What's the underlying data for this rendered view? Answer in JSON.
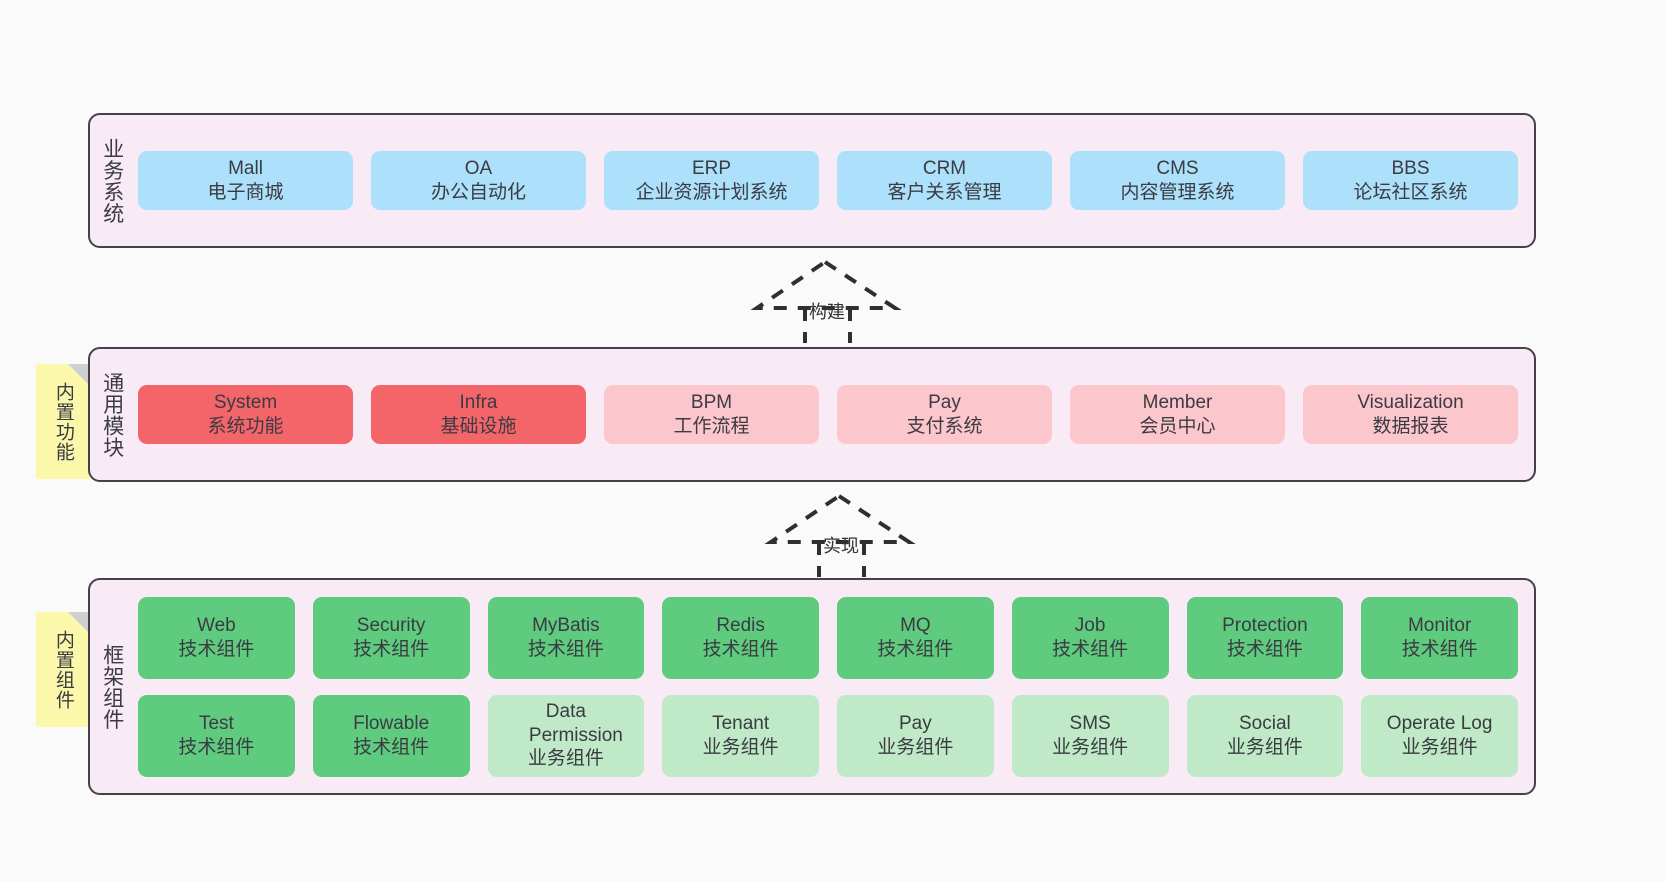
{
  "diagram": {
    "background_color": "#fafafa",
    "panel_color": "#f9ebf5",
    "panel_border_color": "#46404a",
    "sticky_color": "#fbf7ab"
  },
  "layers": [
    {
      "id": "business-system",
      "title": "业务系统",
      "nodes": [
        {
          "en": "Mall",
          "cn": "电子商城",
          "color": "#ace0fb",
          "tone": "c-blue"
        },
        {
          "en": "OA",
          "cn": "办公自动化",
          "color": "#ace0fb",
          "tone": "c-blue"
        },
        {
          "en": "ERP",
          "cn": "企业资源计划系统",
          "color": "#ace0fb",
          "tone": "c-blue"
        },
        {
          "en": "CRM",
          "cn": "客户关系管理",
          "color": "#ace0fb",
          "tone": "c-blue"
        },
        {
          "en": "CMS",
          "cn": "内容管理系统",
          "color": "#ace0fb",
          "tone": "c-blue"
        },
        {
          "en": "BBS",
          "cn": "论坛社区系统",
          "color": "#ace0fb",
          "tone": "c-blue"
        }
      ]
    },
    {
      "id": "common-module",
      "title": "通用模块",
      "sticky": "内置功能",
      "nodes": [
        {
          "en": "System",
          "cn": "系统功能",
          "color": "#f4656a",
          "tone": "c-red"
        },
        {
          "en": "Infra",
          "cn": "基础设施",
          "color": "#f4656a",
          "tone": "c-red"
        },
        {
          "en": "BPM",
          "cn": "工作流程",
          "color": "#fcc6cd",
          "tone": "c-pink"
        },
        {
          "en": "Pay",
          "cn": "支付系统",
          "color": "#fcc6cd",
          "tone": "c-pink"
        },
        {
          "en": "Member",
          "cn": "会员中心",
          "color": "#fcc6cd",
          "tone": "c-pink"
        },
        {
          "en": "Visualization",
          "cn": "数据报表",
          "color": "#fcc6cd",
          "tone": "c-pink"
        }
      ]
    },
    {
      "id": "framework-component",
      "title": "框架组件",
      "sticky": "内置组件",
      "rows": [
        [
          {
            "en": "Web",
            "cn": "技术组件",
            "color": "#5fcb7f",
            "tone": "c-green"
          },
          {
            "en": "Security",
            "cn": "技术组件",
            "color": "#5fcb7f",
            "tone": "c-green"
          },
          {
            "en": "MyBatis",
            "cn": "技术组件",
            "color": "#5fcb7f",
            "tone": "c-green"
          },
          {
            "en": "Redis",
            "cn": "技术组件",
            "color": "#5fcb7f",
            "tone": "c-green"
          },
          {
            "en": "MQ",
            "cn": "技术组件",
            "color": "#5fcb7f",
            "tone": "c-green"
          },
          {
            "en": "Job",
            "cn": "技术组件",
            "color": "#5fcb7f",
            "tone": "c-green"
          },
          {
            "en": "Protection",
            "cn": "技术组件",
            "color": "#5fcb7f",
            "tone": "c-green"
          },
          {
            "en": "Monitor",
            "cn": "技术组件",
            "color": "#5fcb7f",
            "tone": "c-green"
          }
        ],
        [
          {
            "en": "Test",
            "cn": "技术组件",
            "color": "#5fcb7f",
            "tone": "c-green"
          },
          {
            "en": "Flowable",
            "cn": "技术组件",
            "color": "#5fcb7f",
            "tone": "c-green"
          },
          {
            "en": "Data Permission",
            "cn": "业务组件",
            "color": "#bfe9c7",
            "tone": "c-greenlight"
          },
          {
            "en": "Tenant",
            "cn": "业务组件",
            "color": "#bfe9c7",
            "tone": "c-greenlight"
          },
          {
            "en": "Pay",
            "cn": "业务组件",
            "color": "#bfe9c7",
            "tone": "c-greenlight"
          },
          {
            "en": "SMS",
            "cn": "业务组件",
            "color": "#bfe9c7",
            "tone": "c-greenlight"
          },
          {
            "en": "Social",
            "cn": "业务组件",
            "color": "#bfe9c7",
            "tone": "c-greenlight"
          },
          {
            "en": "Operate Log",
            "cn": "业务组件",
            "color": "#bfe9c7",
            "tone": "c-greenlight"
          }
        ]
      ]
    }
  ],
  "connectors": [
    {
      "id": "build",
      "label": "构建",
      "style": "dashed-hollow-triangle",
      "direction": "up"
    },
    {
      "id": "implement",
      "label": "实现",
      "style": "dashed-hollow-triangle",
      "direction": "up"
    }
  ]
}
